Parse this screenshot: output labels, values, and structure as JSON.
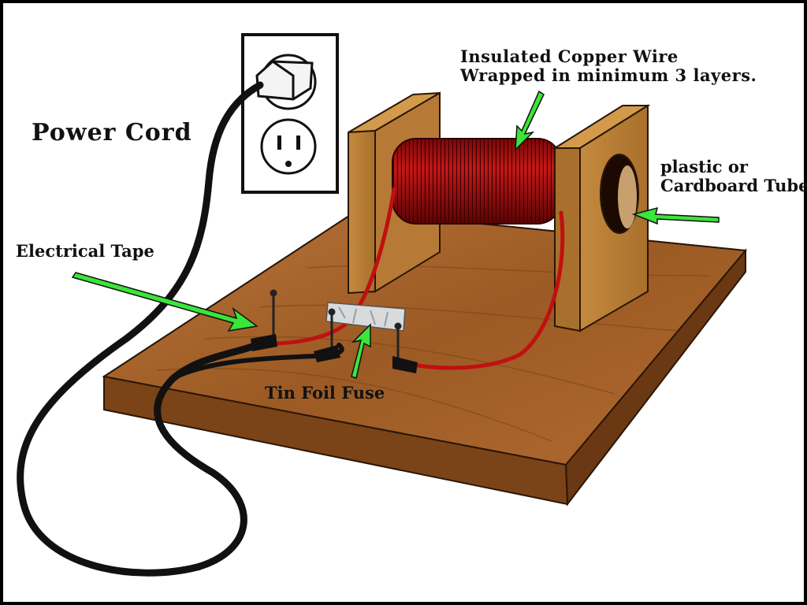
{
  "labels": {
    "power_cord": "Power Cord",
    "electrical_tape": "Electrical Tape",
    "copper_wire_line1": "Insulated Copper Wire",
    "copper_wire_line2": "Wrapped in minimum 3 layers.",
    "tube_line1": "plastic or",
    "tube_line2": "Cardboard Tube",
    "tin_foil_fuse": "Tin Foil Fuse"
  },
  "colors": {
    "frame_border": "#000000",
    "background": "#ffffff",
    "wood": "#a8662a",
    "wood_dark": "#6e3d14",
    "copper_coil": "#b01010",
    "cord": "#111111",
    "arrow": "#39e639"
  }
}
